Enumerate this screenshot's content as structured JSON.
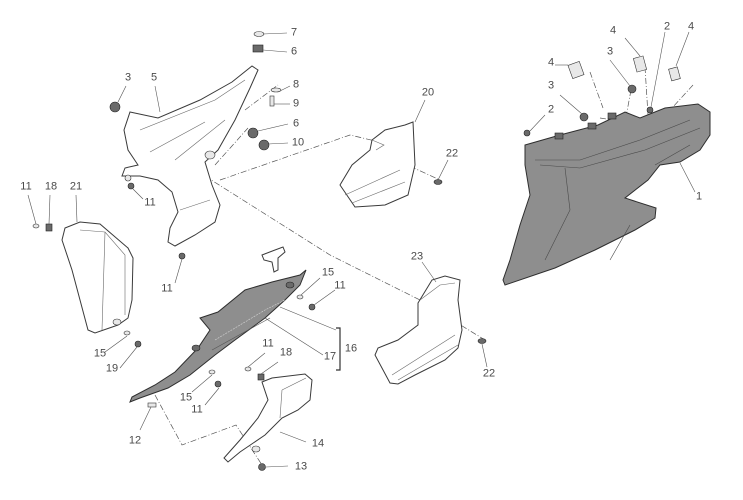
{
  "diagram": {
    "title": "Exploded view - side fairings / tank covers",
    "type": "parts-exploded-view",
    "part_labels": [
      {
        "id": "p7",
        "text": "7"
      },
      {
        "id": "p6a",
        "text": "6"
      },
      {
        "id": "p3a",
        "text": "3"
      },
      {
        "id": "p5",
        "text": "5"
      },
      {
        "id": "p8",
        "text": "8"
      },
      {
        "id": "p9",
        "text": "9"
      },
      {
        "id": "p6b",
        "text": "6"
      },
      {
        "id": "p10",
        "text": "10"
      },
      {
        "id": "p11a",
        "text": "11"
      },
      {
        "id": "p11b",
        "text": "11"
      },
      {
        "id": "p18a",
        "text": "18"
      },
      {
        "id": "p21",
        "text": "21"
      },
      {
        "id": "p11c",
        "text": "11"
      },
      {
        "id": "p20",
        "text": "20"
      },
      {
        "id": "p22a",
        "text": "22"
      },
      {
        "id": "p4a",
        "text": "4"
      },
      {
        "id": "p4b",
        "text": "4"
      },
      {
        "id": "p4c",
        "text": "4"
      },
      {
        "id": "p2a",
        "text": "2"
      },
      {
        "id": "p2b",
        "text": "2"
      },
      {
        "id": "p3b",
        "text": "3"
      },
      {
        "id": "p3c",
        "text": "3"
      },
      {
        "id": "p1",
        "text": "1"
      },
      {
        "id": "p15a",
        "text": "15"
      },
      {
        "id": "p11d",
        "text": "11"
      },
      {
        "id": "p15b",
        "text": "15"
      },
      {
        "id": "p19",
        "text": "19"
      },
      {
        "id": "p16",
        "text": "16"
      },
      {
        "id": "p17",
        "text": "17"
      },
      {
        "id": "p11e",
        "text": "11"
      },
      {
        "id": "p18b",
        "text": "18"
      },
      {
        "id": "p15c",
        "text": "15"
      },
      {
        "id": "p11f",
        "text": "11"
      },
      {
        "id": "p12",
        "text": "12"
      },
      {
        "id": "p14",
        "text": "14"
      },
      {
        "id": "p13",
        "text": "13"
      },
      {
        "id": "p23",
        "text": "23"
      },
      {
        "id": "p22b",
        "text": "22"
      }
    ],
    "colors": {
      "background": "#ffffff",
      "dark_part_fill": "#8e8e8e",
      "line": "#3a3a3a",
      "label_text": "#4a4a4a"
    }
  }
}
